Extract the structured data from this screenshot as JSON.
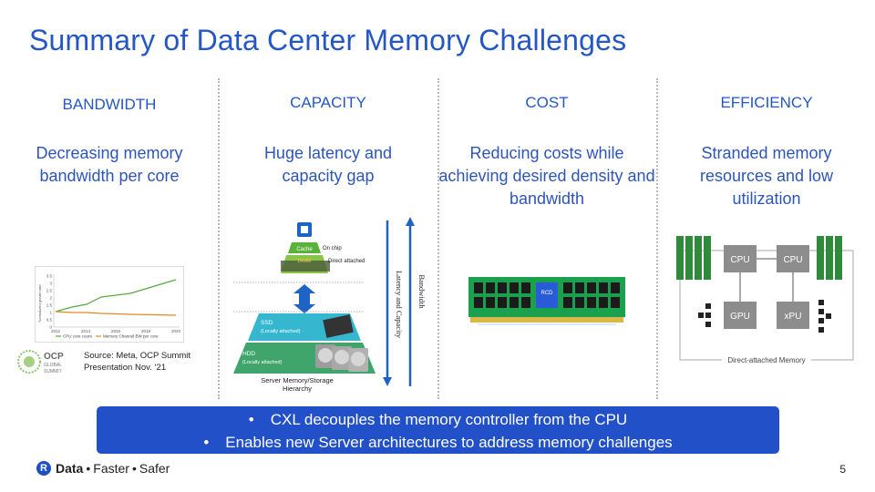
{
  "title": "Summary of Data Center Memory Challenges",
  "columns": [
    {
      "heading": "BANDWIDTH",
      "description": "Decreasing memory bandwidth per core"
    },
    {
      "heading": "CAPACITY",
      "description": "Huge latency and capacity gap"
    },
    {
      "heading": "COST",
      "description": "Reducing costs while achieving desired density and bandwidth"
    },
    {
      "heading": "EFFICIENCY",
      "description": "Stranded memory resources and low utilization"
    }
  ],
  "bandwidth_chart": {
    "y_ticks": [
      "3.5",
      "3",
      "2.5",
      "2",
      "1.5",
      "1",
      "0.5",
      "0"
    ],
    "x_ticks": [
      "2012",
      "2014",
      "2016",
      "2018",
      "2020"
    ],
    "ylabel": "Normalized growth rate",
    "legend": [
      "CPU core count",
      "Memory Channel BW per core"
    ],
    "series_colors": [
      "#5aa844",
      "#e08a22"
    ]
  },
  "source": {
    "ocp_logo_text": "OCP",
    "ocp_sub1": "GLOBAL",
    "ocp_sub2": "SUMMIT",
    "line1": "Source: Meta, OCP Summit",
    "line2": "Presentation Nov. ‘21"
  },
  "hierarchy": {
    "cache": "Cache",
    "on_chip": "On chip",
    "dram": "DRAM",
    "direct_attached": "Direct attached",
    "ssd": "SSD",
    "ssd_sub": "(Locally attached)",
    "hdd": "HDD",
    "hdd_sub": "(Locally attached)",
    "caption1": "Server Memory/Storage",
    "caption2": "Hierarchy",
    "latency_label": "Latency and Capacity",
    "bandwidth_label": "Bandwidth"
  },
  "dimm": {
    "rcd": "RCD"
  },
  "efficiency_diagram": {
    "cpu1": "CPU",
    "cpu2": "CPU",
    "gpu": "GPU",
    "xpu": "xPU",
    "caption": "Direct-attached Memory"
  },
  "bullets": [
    "CXL decouples the memory controller from the CPU",
    "Enables new Server architectures to address memory challenges"
  ],
  "footer": {
    "brand": "Data",
    "tagline1": "Faster",
    "tagline2": "Safer",
    "page_number": "5"
  }
}
